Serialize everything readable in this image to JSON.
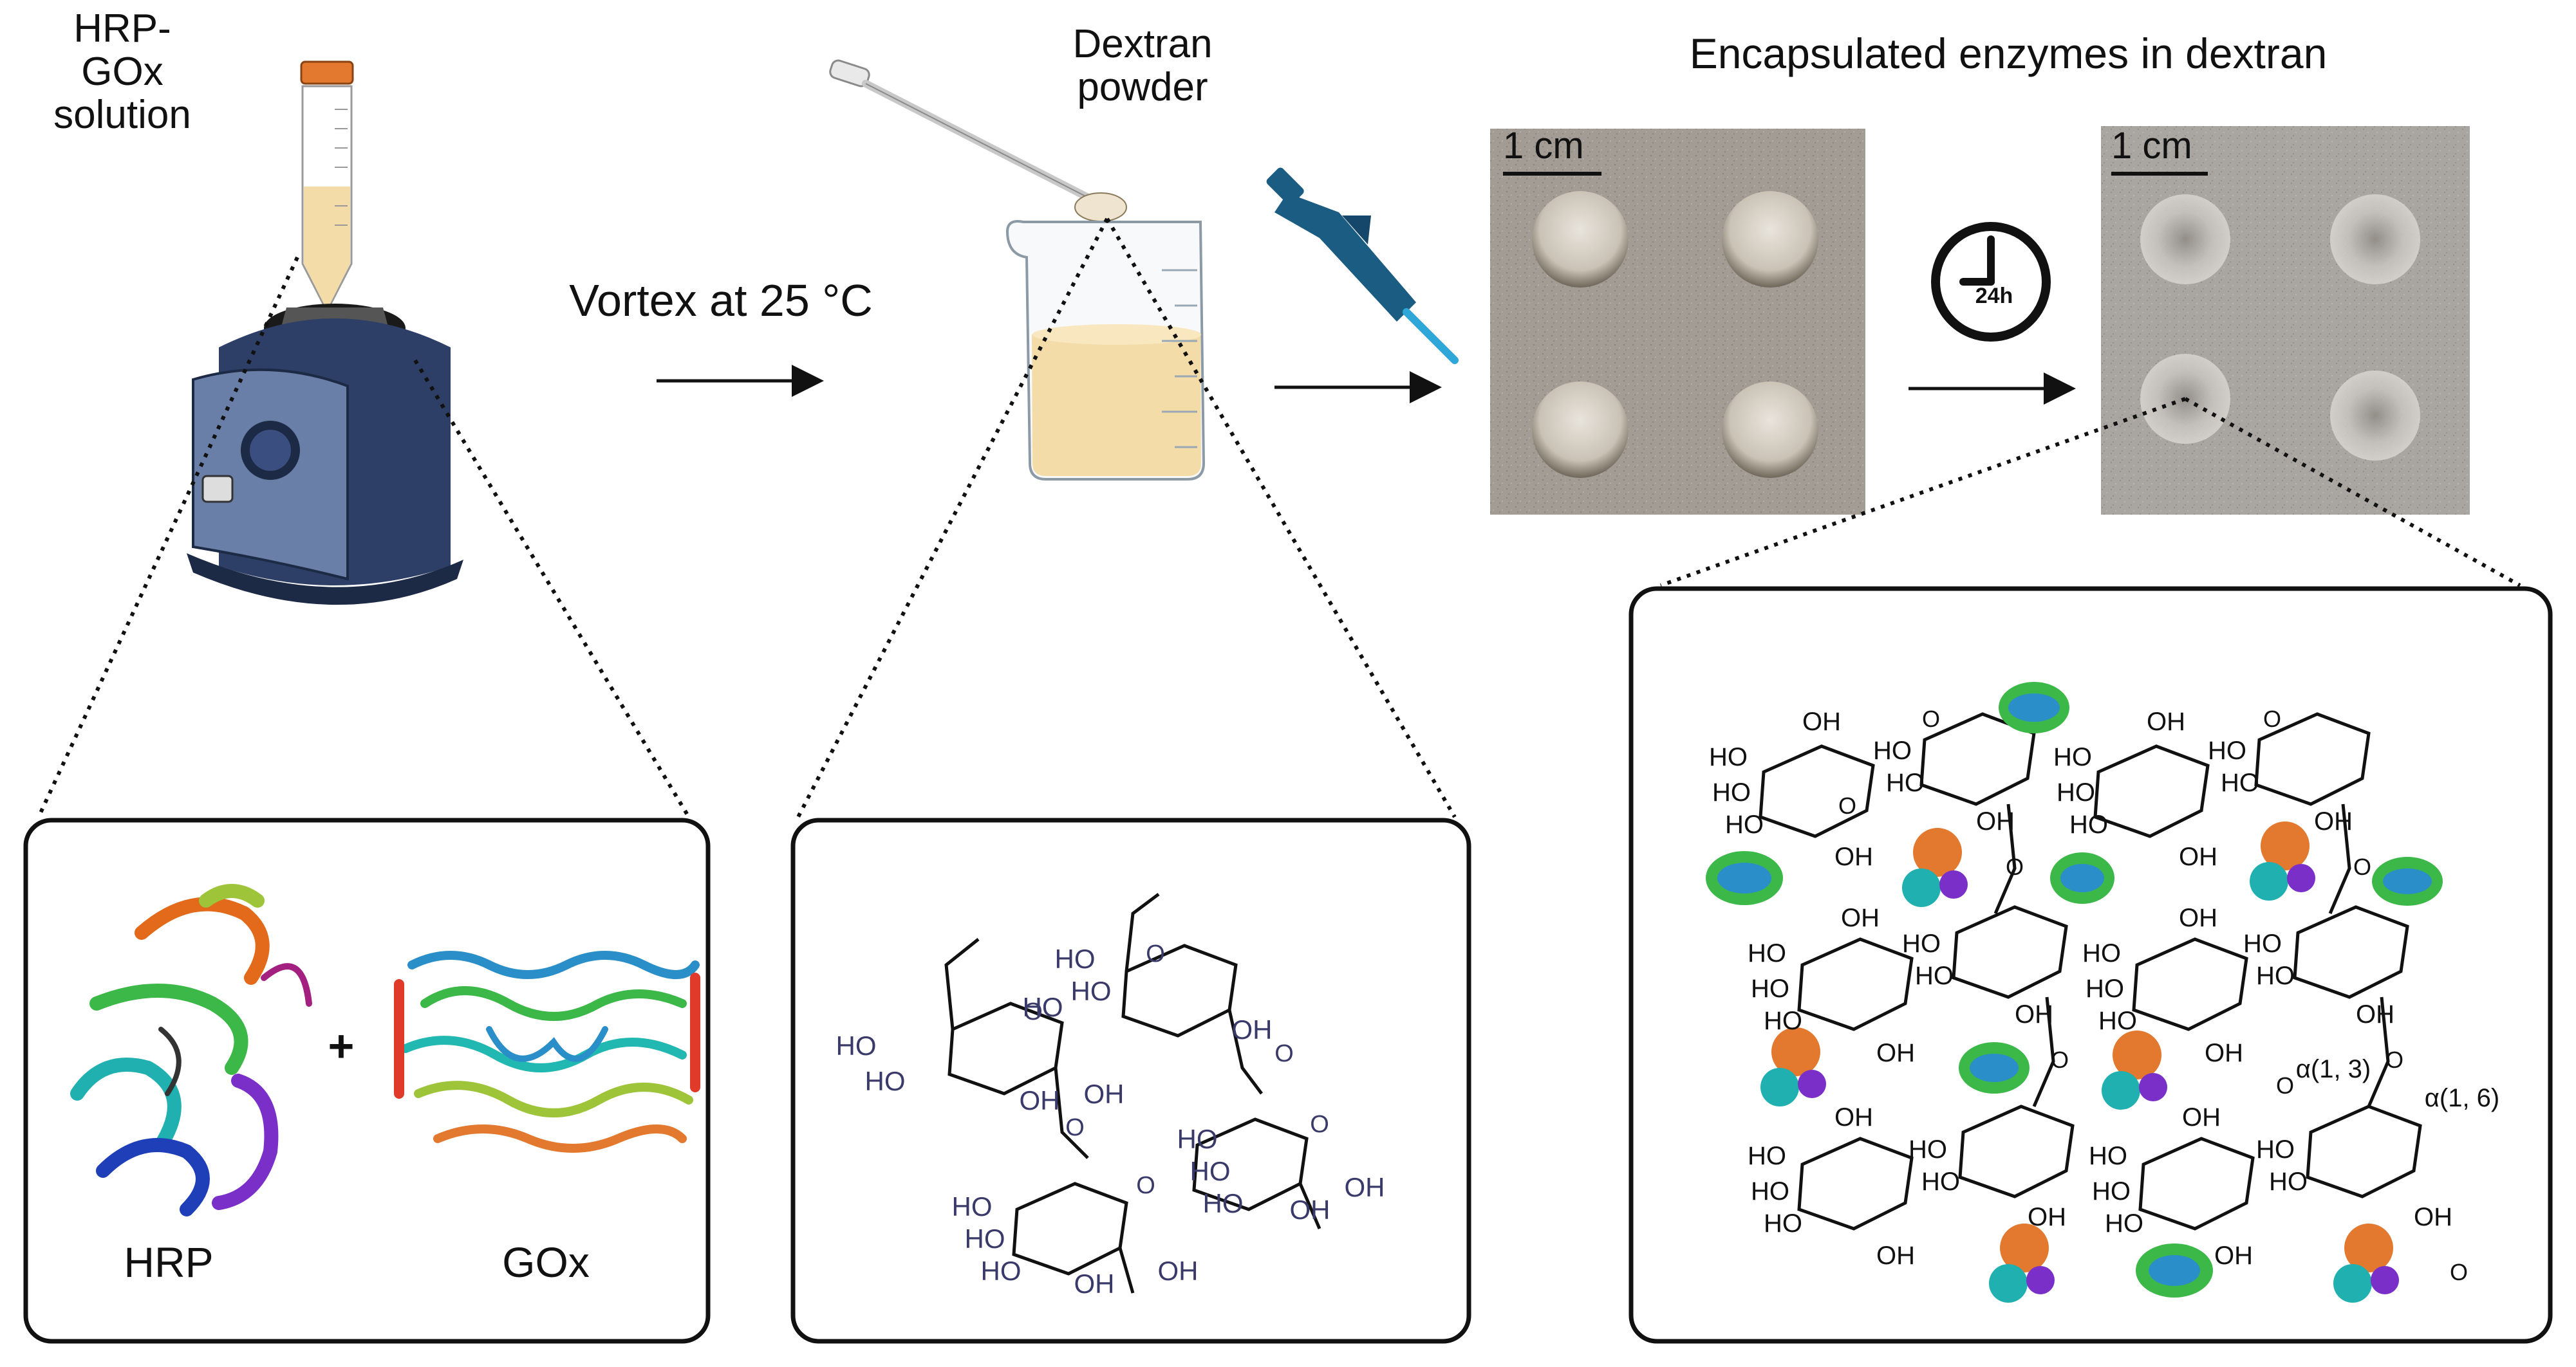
{
  "labels": {
    "solution_title": "HRP-GOx\nsolution",
    "dextran_title": "Dextran\npowder",
    "vortex": "Vortex at 25 °C",
    "encapsulated": "Encapsulated enzymes in dextran",
    "scale_left": "1 cm",
    "scale_right": "1 cm",
    "clock": "24h",
    "plus": "+",
    "hrp": "HRP",
    "gox": "GOx",
    "alpha13": "α(1, 3)",
    "alpha16": "α(1, 6)",
    "ho": "HO",
    "oh": "OH",
    "o": "O"
  },
  "colors": {
    "solution": "#f3dca8",
    "tube_cap": "#e2792e",
    "vortex_body": "#2d3f66",
    "pipette": "#1b5c82",
    "photo_bg": "#9b9189",
    "photo_bg2": "#a6a29e",
    "dextran_text": "#3a3a6a"
  }
}
